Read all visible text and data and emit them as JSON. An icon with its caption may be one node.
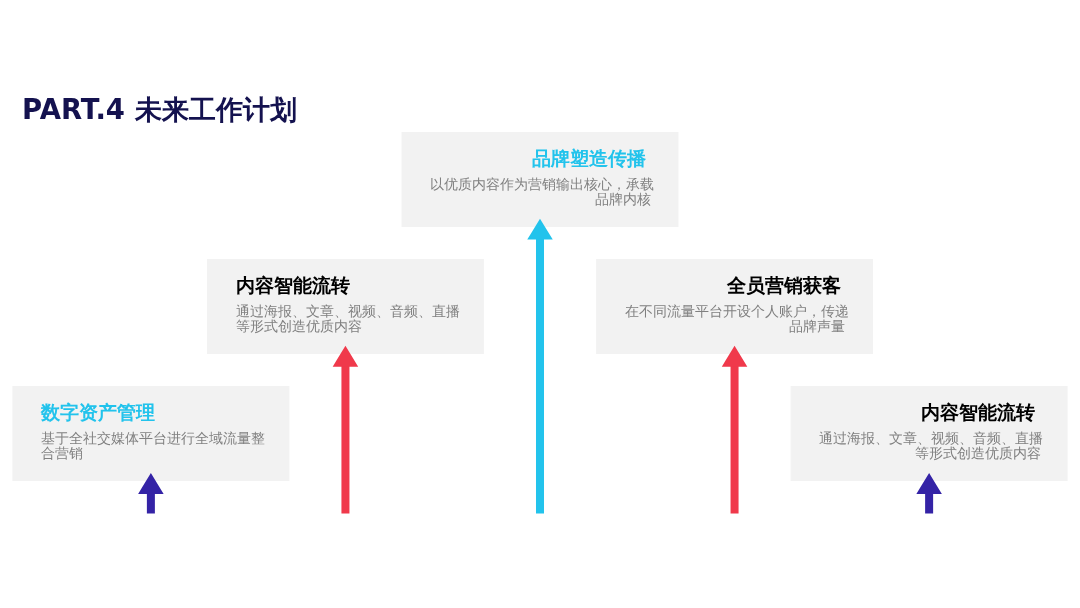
{
  "diagram": {
    "title": "PART.4 未来工作计划",
    "nodes": [
      {
        "text": [
          "品牌塑造传播",
          "以优质内容作为营销输出核心，承载品牌内核"
        ]
      },
      {
        "text": [
          "内容智能流转",
          "通过海报、文章、视频、音频、直播等形式创造优质内容"
        ]
      },
      {
        "text": [
          "全员营销获客",
          "在不同流量平台开设个人账户，传递品牌声量"
        ]
      },
      {
        "text": [
          "数字资产管理",
          "基于全社交媒体平台进行全域流量整合营销"
        ]
      },
      {
        "text": [
          "内容智能流转",
          "通过海报、文章、视频、音频、直播等形式创造优质内容"
        ]
      }
    ],
    "edges": [
      {
        "from": null,
        "to": 0,
        "arrow": "to",
        "color": "#22c3ec"
      },
      {
        "from": null,
        "to": 1,
        "arrow": "to",
        "color": "#f0394b"
      },
      {
        "from": null,
        "to": 2,
        "arrow": "to",
        "color": "#f0394b"
      },
      {
        "from": null,
        "to": 3,
        "arrow": "to",
        "color": "#3423a6"
      },
      {
        "from": null,
        "to": 4,
        "arrow": "to",
        "color": "#3423a6"
      }
    ]
  }
}
